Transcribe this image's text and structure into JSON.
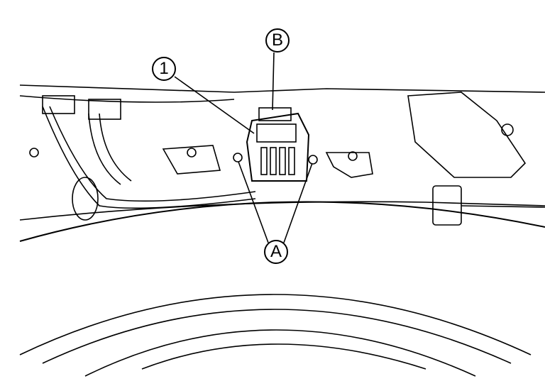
{
  "callouts": {
    "b": "B",
    "one": "1",
    "a": "A"
  },
  "colors": {
    "line": "#000000",
    "background": "#ffffff"
  }
}
